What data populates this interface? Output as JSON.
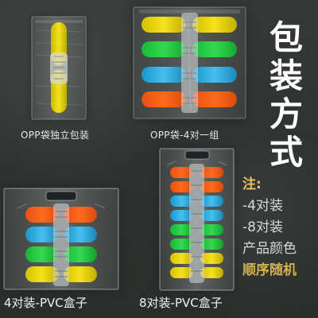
{
  "captions": {
    "opp_single": "OPP袋独立包装",
    "opp_group": "OPP袋-4对一组",
    "box_4": "4对装-PVC盒子",
    "box_8": "8对装-PVC盒子"
  },
  "title": "包装方式",
  "notes": {
    "head": "注:",
    "line1": "-4对装",
    "line2": "-8对装",
    "line3": "产品颜色",
    "line4": "顺序随机"
  },
  "colors": {
    "background": "#2f3431",
    "text": "#ffffff",
    "accent": "#f1bf61",
    "yellow": "#f4e31c",
    "green": "#34d94f",
    "blue": "#45bff0",
    "orange": "#ff6b1c"
  }
}
